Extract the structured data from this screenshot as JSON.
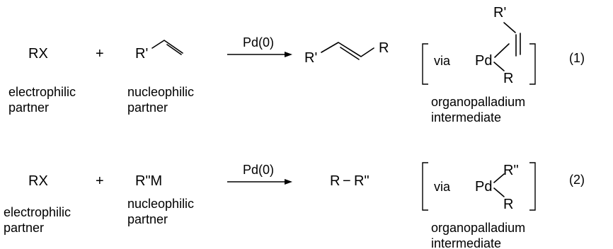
{
  "reaction1": {
    "reactant1": "RX",
    "plus": "+",
    "reactant2_label": "R'",
    "role1": [
      "electrophilic",
      "partner"
    ],
    "role2": [
      "nucleophilic",
      "partner"
    ],
    "catalyst": "Pd(0)",
    "product_left": "R'",
    "product_right": "R",
    "via": "via",
    "pd": "Pd",
    "int_top": "R'",
    "int_bottom": "R",
    "intermediate_label": [
      "organopalladium",
      "intermediate"
    ],
    "number": "(1)"
  },
  "reaction2": {
    "reactant1": "RX",
    "plus": "+",
    "reactant2": "R\"M",
    "role1": [
      "electrophilic",
      "partner"
    ],
    "role2": [
      "nucleophilic",
      "partner"
    ],
    "catalyst": "Pd(0)",
    "product_left": "R",
    "product_dash": "−",
    "product_right": "R\"",
    "via": "via",
    "pd": "Pd",
    "int_top": "R\"",
    "int_bottom": "R",
    "intermediate_label": [
      "organopalladium",
      "intermediate"
    ],
    "number": "(2)"
  }
}
